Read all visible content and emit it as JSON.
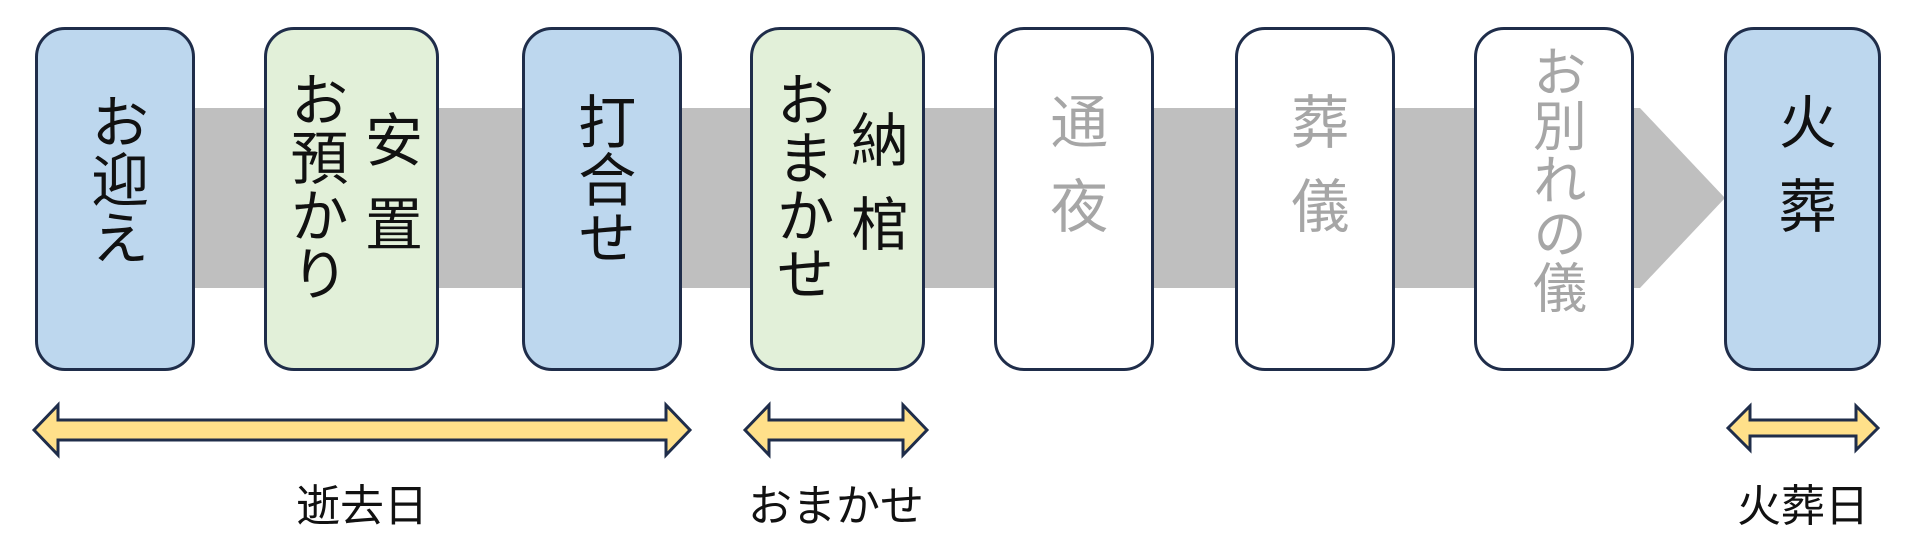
{
  "steps": [
    {
      "id": "omukae",
      "columns": [
        "お迎え"
      ],
      "style": "blue"
    },
    {
      "id": "anchi",
      "columns": [
        "安置",
        "お預かり"
      ],
      "style": "green"
    },
    {
      "id": "uchiawase",
      "columns": [
        "打合せ"
      ],
      "style": "blue"
    },
    {
      "id": "noukan",
      "columns": [
        "納棺",
        "おまかせ"
      ],
      "style": "green"
    },
    {
      "id": "tsuya",
      "columns": [
        "通夜"
      ],
      "style": "white"
    },
    {
      "id": "sougi",
      "columns": [
        "葬儀"
      ],
      "style": "white"
    },
    {
      "id": "owakare",
      "columns": [
        "お別れの儀"
      ],
      "style": "white"
    },
    {
      "id": "kasou",
      "columns": [
        "火葬"
      ],
      "style": "blue"
    }
  ],
  "brackets": [
    {
      "label": "逝去日"
    },
    {
      "label": "おまかせ"
    },
    {
      "label": "火葬日"
    }
  ],
  "colors": {
    "arrow": "#bfbfbf",
    "box_border": "#1f2d4a",
    "blue_fill": "#bdd7ee",
    "green_fill": "#e2f0d9",
    "white_fill": "#ffffff",
    "bracket_fill": "#ffe08a",
    "bracket_border": "#1f2d4a"
  }
}
